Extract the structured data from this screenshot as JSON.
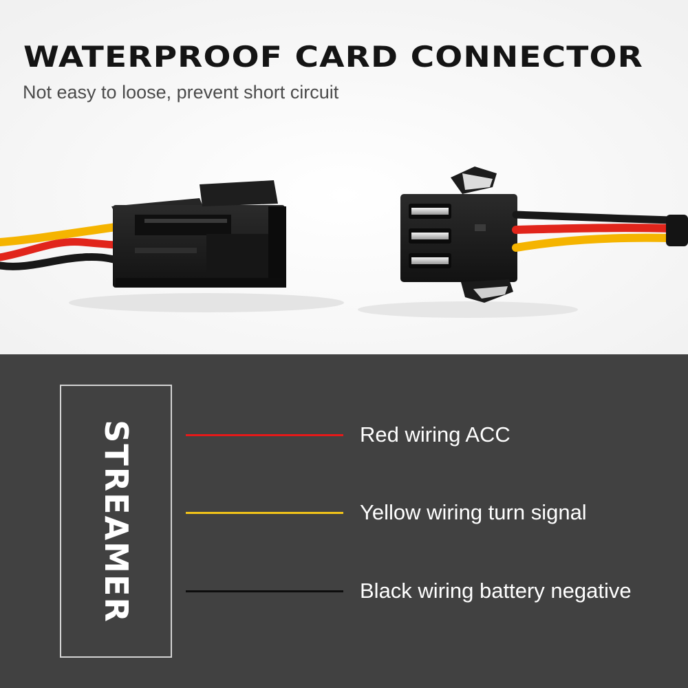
{
  "header": {
    "title": "WATERPROOF CARD CONNECTOR",
    "subtitle": "Not easy to loose, prevent short circuit"
  },
  "brand": {
    "label": "STREAMER"
  },
  "wiring": [
    {
      "label": "Red wiring ACC",
      "color": "#e51919"
    },
    {
      "label": "Yellow wiring turn signal",
      "color": "#f2c419"
    },
    {
      "label": "Black wiring battery negative",
      "color": "#0d0d0d"
    }
  ],
  "palette": {
    "legend_background": "#414141",
    "photo_background": "#ffffff",
    "connector_body": "#1c1c1c"
  }
}
